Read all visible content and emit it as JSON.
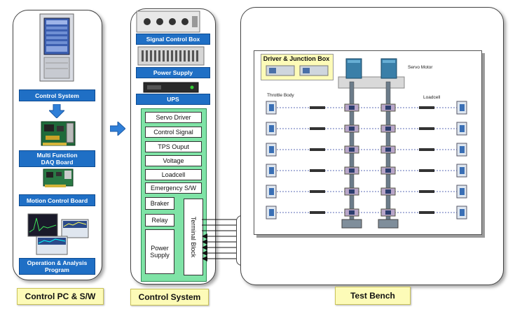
{
  "left_panel": {
    "labels": {
      "control_system": "Control System",
      "daq_board": "Multi Function\nDAQ Board",
      "motion_board": "Motion Control Board",
      "operation": "Operation & Analysis\nProgram"
    },
    "footer": "Control PC & S/W"
  },
  "middle_panel": {
    "device_labels": {
      "signal_box": "Signal Control Box",
      "power_supply": "Power Supply",
      "ups": "UPS"
    },
    "signals": [
      "Servo Driver",
      "Control Signal",
      "TPS Ouput",
      "Voltage",
      "Loadcell",
      "Emergency S/W"
    ],
    "braker": "Braker",
    "relay": "Relay",
    "power_supply_block": "Power\nSupply",
    "terminal_block": "Terminal Block",
    "footer": "Control System"
  },
  "right_panel": {
    "driver_junction": "Driver & Junction Box",
    "servo_motor": "Servo Motor",
    "throttle_body": "Throttle Body",
    "loadcell": "Loadcell",
    "footer": "Test Bench"
  },
  "colors": {
    "label_blue": "#1f6fc5",
    "terminal_green": "#7fe3a6",
    "footer_yellow": "#fdfbb8",
    "arrow_blue": "#2f7fd8"
  }
}
